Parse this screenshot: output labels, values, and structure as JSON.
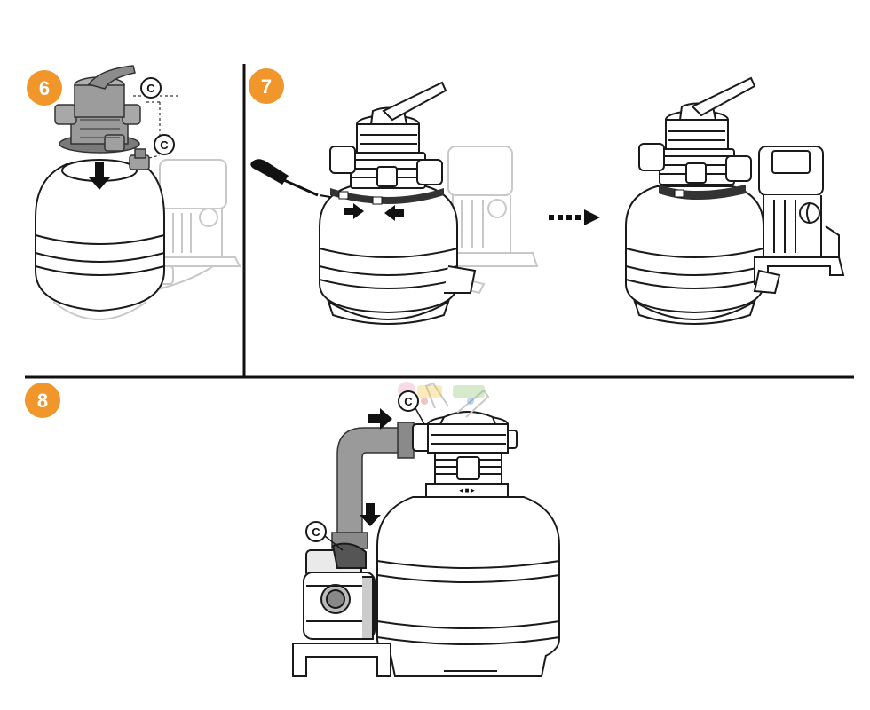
{
  "steps": [
    {
      "number": "6",
      "badge_color": "#f0962a"
    },
    {
      "number": "7",
      "badge_color": "#f0962a"
    },
    {
      "number": "8",
      "badge_color": "#f0962a"
    }
  ],
  "callout_label": "C",
  "colors": {
    "line": "#1a1a1a",
    "faded_line": "#c8c8c8",
    "part_gray": "#8a8a8a",
    "hose_gray": "#9a9a9a",
    "divider": "#111111",
    "background": "#ffffff"
  }
}
